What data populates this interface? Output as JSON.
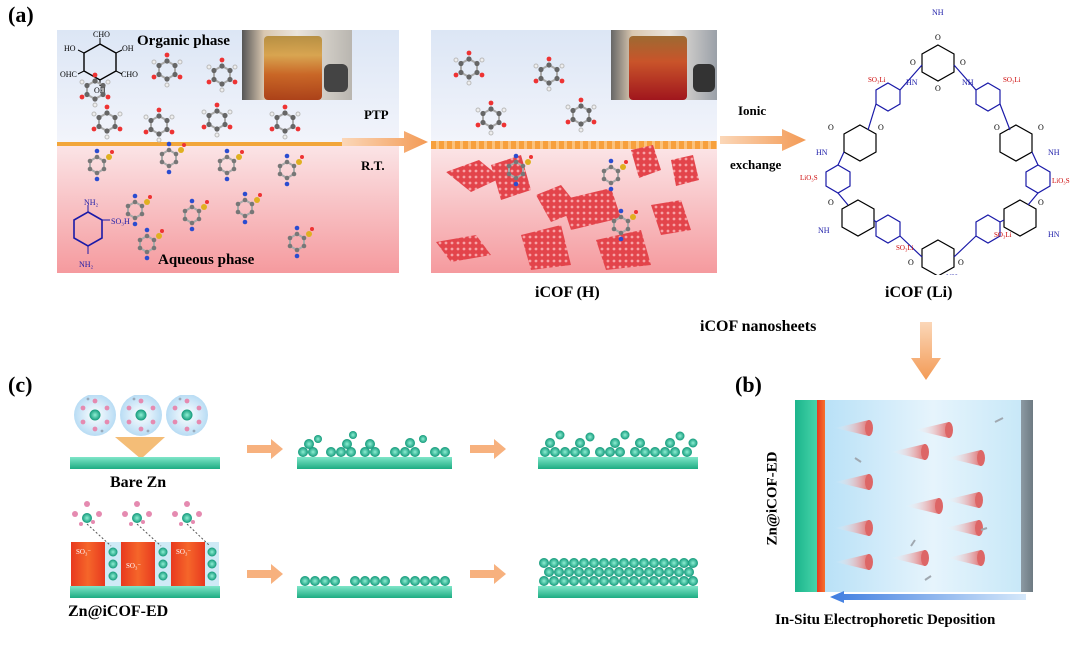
{
  "panels": {
    "a": "(a)",
    "b": "(b)",
    "c": "(c)"
  },
  "panel_a": {
    "organic_phase": "Organic phase",
    "aqueous_phase": "Aqueous phase",
    "monomer_aldehyde": {
      "cho": "CHO",
      "ho": "HO",
      "oh": "OH",
      "ohc": "OHC"
    },
    "monomer_amine": {
      "nh2": "NH₂",
      "so3h": "SO₃H"
    },
    "arrow1_top": "PTP",
    "arrow1_bottom": "R.T.",
    "arrow2_top": "Ionic",
    "arrow2_bottom": "exchange",
    "label_h": "iCOF (H)",
    "label_li": "iCOF (Li)",
    "nanosheets": "iCOF nanosheets"
  },
  "panel_b": {
    "side_label": "Zn@iCOF-ED",
    "caption": "In-Situ Electrophoretic Deposition"
  },
  "panel_c": {
    "bare_label": "Bare Zn",
    "coated_label": "Zn@iCOF-ED",
    "so3": "SO₃⁻"
  }
}
